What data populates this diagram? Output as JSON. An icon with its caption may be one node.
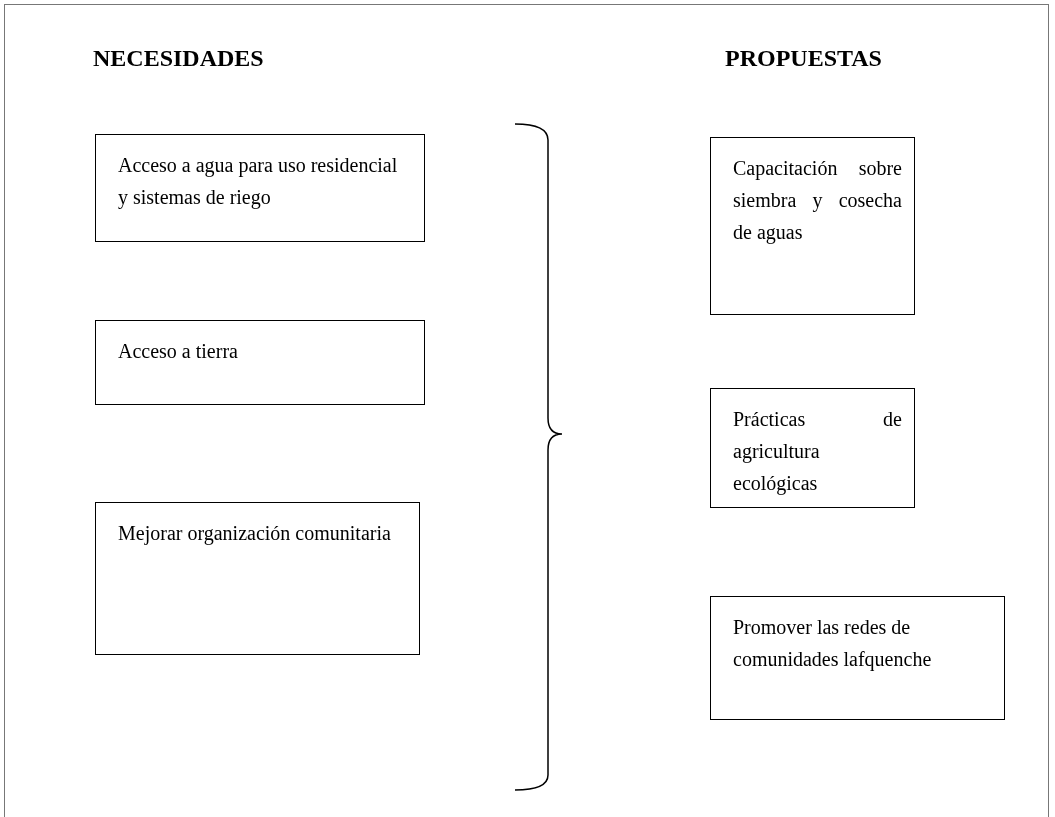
{
  "diagram": {
    "nodes": [
      {
        "text": [
          "Acceso a agua para uso residencial y sistemas de riego"
        ]
      },
      {
        "text": [
          "Acceso a tierra"
        ]
      },
      {
        "text": [
          "Mejorar organización comunitaria"
        ]
      },
      {
        "text": [
          "Capacitación sobre siembra y cosecha de aguas"
        ]
      },
      {
        "text": [
          "Prácticas de agricultura ecológicas"
        ]
      },
      {
        "text": [
          "Promover las redes de comunidades lafquenche"
        ]
      }
    ],
    "labels": [
      "NECESIDADES",
      "PROPUESTAS"
    ]
  }
}
